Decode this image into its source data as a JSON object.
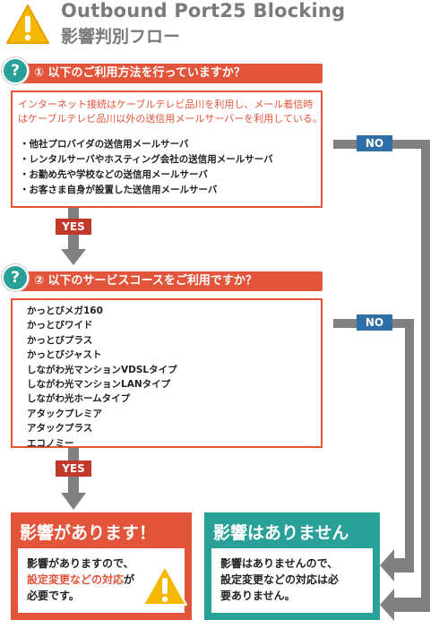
{
  "header": {
    "title_en": "Outbound Port25 Blocking",
    "title_ja": "影響判別フロー"
  },
  "q1": {
    "icon": "?",
    "label": "① 以下のご利用方法を行っていますか？",
    "note_line1": "インターネット接続はケーブルテレビ品川を利用し、メール着信時",
    "note_line2": "はケーブルテレビ品川以外の送信用メールサーバーを利用している。",
    "items": [
      "他社プロバイダの送信用メールサーバ",
      "レンタルサーバやホスティング会社の送信用メールサーバ",
      "お勤め先や学校などの送信用メールサーバ",
      "お客さま自身が設置した送信用メールサーバ"
    ]
  },
  "q2": {
    "icon": "?",
    "label": "② 以下のサービスコースをご利用ですか？",
    "items": [
      "かっとびメガ160",
      "かっとびワイド",
      "かっとびプラス",
      "かっとびジャスト",
      "しながわ光マンションVDSLタイプ",
      "しながわ光マンションLANタイプ",
      "しながわ光ホームタイプ",
      "アタックプレミア",
      "アタックプラス",
      "エコノミー"
    ]
  },
  "flow": {
    "yes1": "YES",
    "no1": "NO",
    "yes2": "YES",
    "no2": "NO"
  },
  "result_affected": {
    "title": "影響があります！",
    "line1": "影響がありますので、",
    "line2_highlight": "設定変更などの対応",
    "line2_tail": "が",
    "line3": "必要です。"
  },
  "result_not_affected": {
    "title": "影響はありません",
    "line1": "影響はありませんので、",
    "line2": "設定変更などの対応は必",
    "line3": "要ありません。"
  },
  "colors": {
    "accent_red": "#e2553a",
    "teal": "#2aa198",
    "yes_red": "#c0392b",
    "no_blue": "#2f6fa8",
    "arrow_gray": "#808080",
    "warning_yellow": "#f5b800"
  }
}
